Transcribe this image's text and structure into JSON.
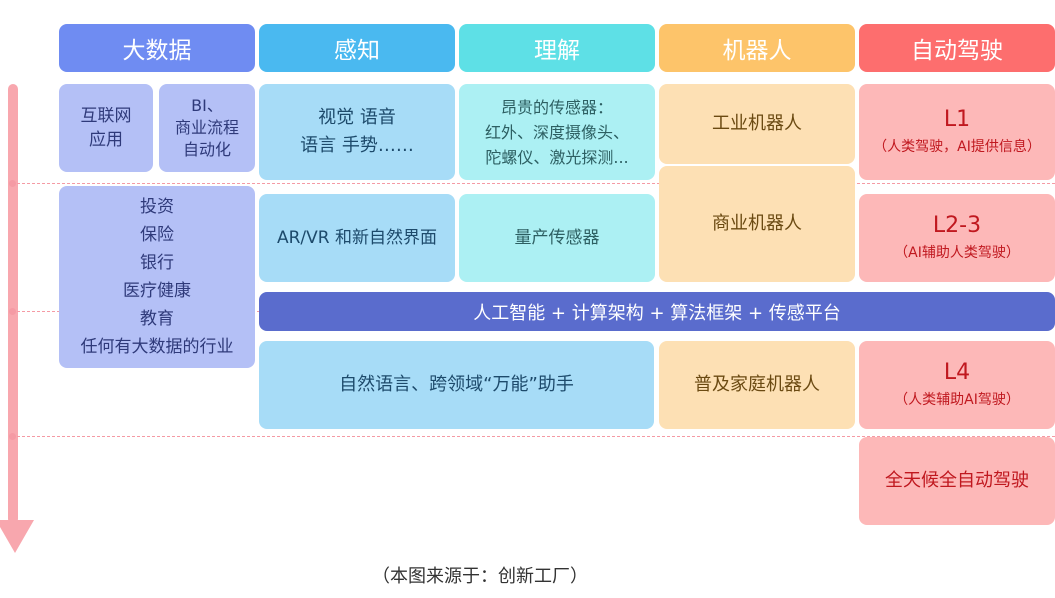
{
  "headers": {
    "bigdata": "大数据",
    "perception": "感知",
    "understanding": "理解",
    "robot": "机器人",
    "autodrive": "自动驾驶"
  },
  "bigdata": {
    "internet": "互联网\n应用",
    "bi": "BI、\n商业流程\n自动化",
    "industries": "投资\n保险\n银行\n医疗健康\n教育\n任何有大数据的行业"
  },
  "perception": {
    "vision": "视觉  语音\n语言 手势……",
    "arvr": "AR/VR 和新自然界面",
    "assistant": "自然语言、跨领域“万能”助手"
  },
  "understanding": {
    "sensors": "昂贵的传感器：\n红外、深度摄像头、\n陀螺仪、激光探测...",
    "mass": "量产传感器"
  },
  "robot": {
    "industrial": "工业机器人",
    "commercial": "商业机器人",
    "home": "普及家庭机器人"
  },
  "autodrive": {
    "l1_title": "L1",
    "l1_desc": "（人类驾驶，AI提供信息）",
    "l23_title": "L2-3",
    "l23_desc": "（AI辅助人类驾驶）",
    "l4_title": "L4",
    "l4_desc": "（人类辅助AI驾驶）",
    "full": "全天候全自动驾驶"
  },
  "platform_banner": "人工智能 + 计算架构 + 算法框架 + 传感平台",
  "source_note": "（本图来源于：创新工厂）",
  "colors": {
    "bigdata_header": "#6f8cf2",
    "bigdata_cell": "#b4c0f6",
    "perception_header": "#4ab9f0",
    "perception_cell": "#a7dcf7",
    "understanding_header": "#5ee0e6",
    "understanding_cell": "#acf0f3",
    "robot_header": "#fdc46a",
    "robot_cell": "#fde0b4",
    "autodrive_header": "#fd6e6e",
    "autodrive_cell": "#fdb8b8",
    "banner": "#5a6ccd",
    "timeline_arrow": "#f8a7ae"
  }
}
